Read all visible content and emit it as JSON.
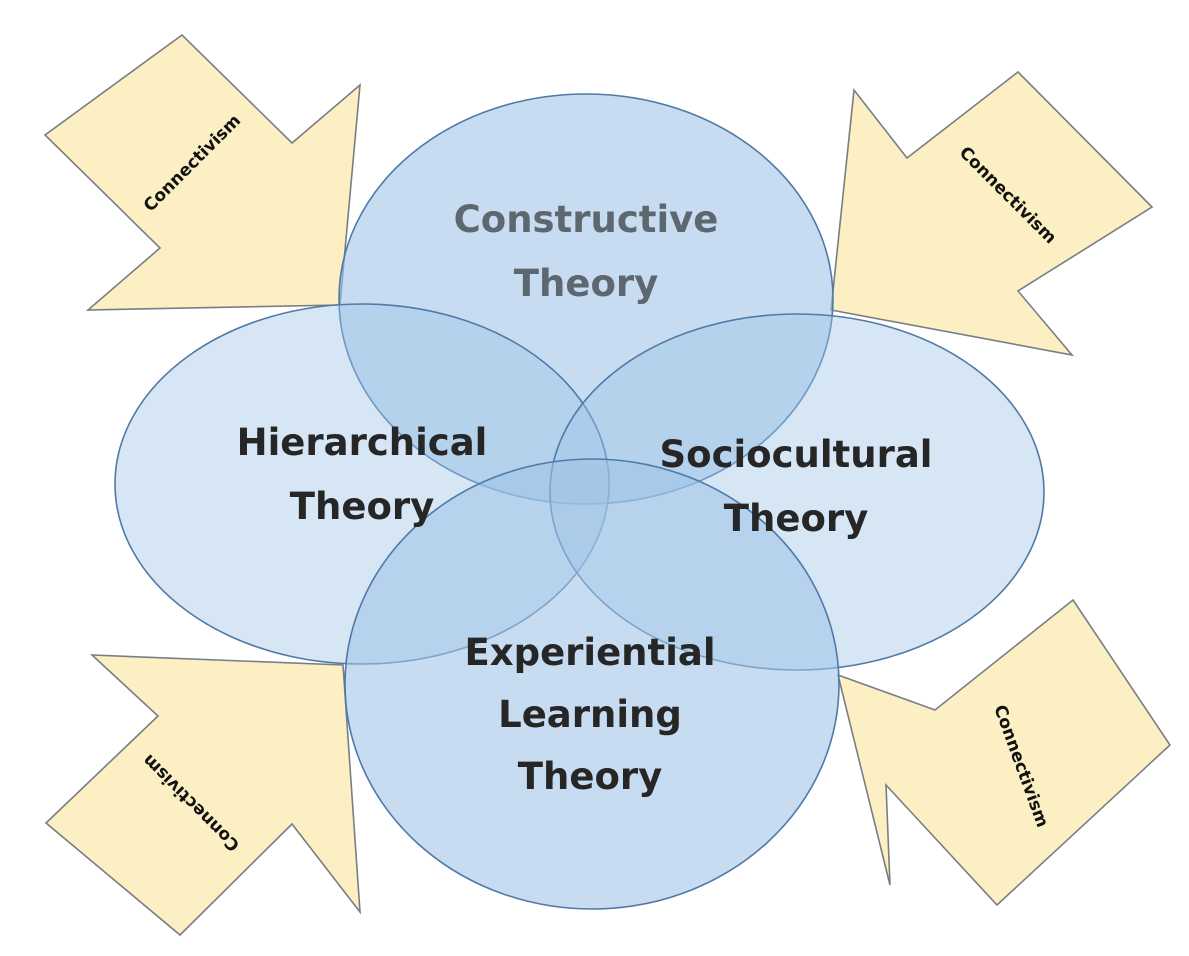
{
  "diagram": {
    "colors": {
      "ellipse_fill": "#9ec3e6",
      "ellipse_stroke": "#4f79a8",
      "arrow_fill": "#fcefc4",
      "arrow_stroke": "#7a7d82",
      "constructive_text": "#5d6770",
      "text": "#262626"
    },
    "theories": {
      "constructive": {
        "line1": "Constructive",
        "line2": "Theory"
      },
      "hierarchical": {
        "line1": "Hierarchical",
        "line2": "Theory"
      },
      "sociocultural": {
        "line1": "Sociocultural",
        "line2": "Theory"
      },
      "experiential": {
        "line1": "Experiential",
        "line2": "Learning",
        "line3": "Theory"
      }
    },
    "arrows": {
      "top_left": "Connectivism",
      "top_right": "Connectivism",
      "bottom_left": "Connectivism",
      "bottom_right": "Connectivism"
    }
  }
}
